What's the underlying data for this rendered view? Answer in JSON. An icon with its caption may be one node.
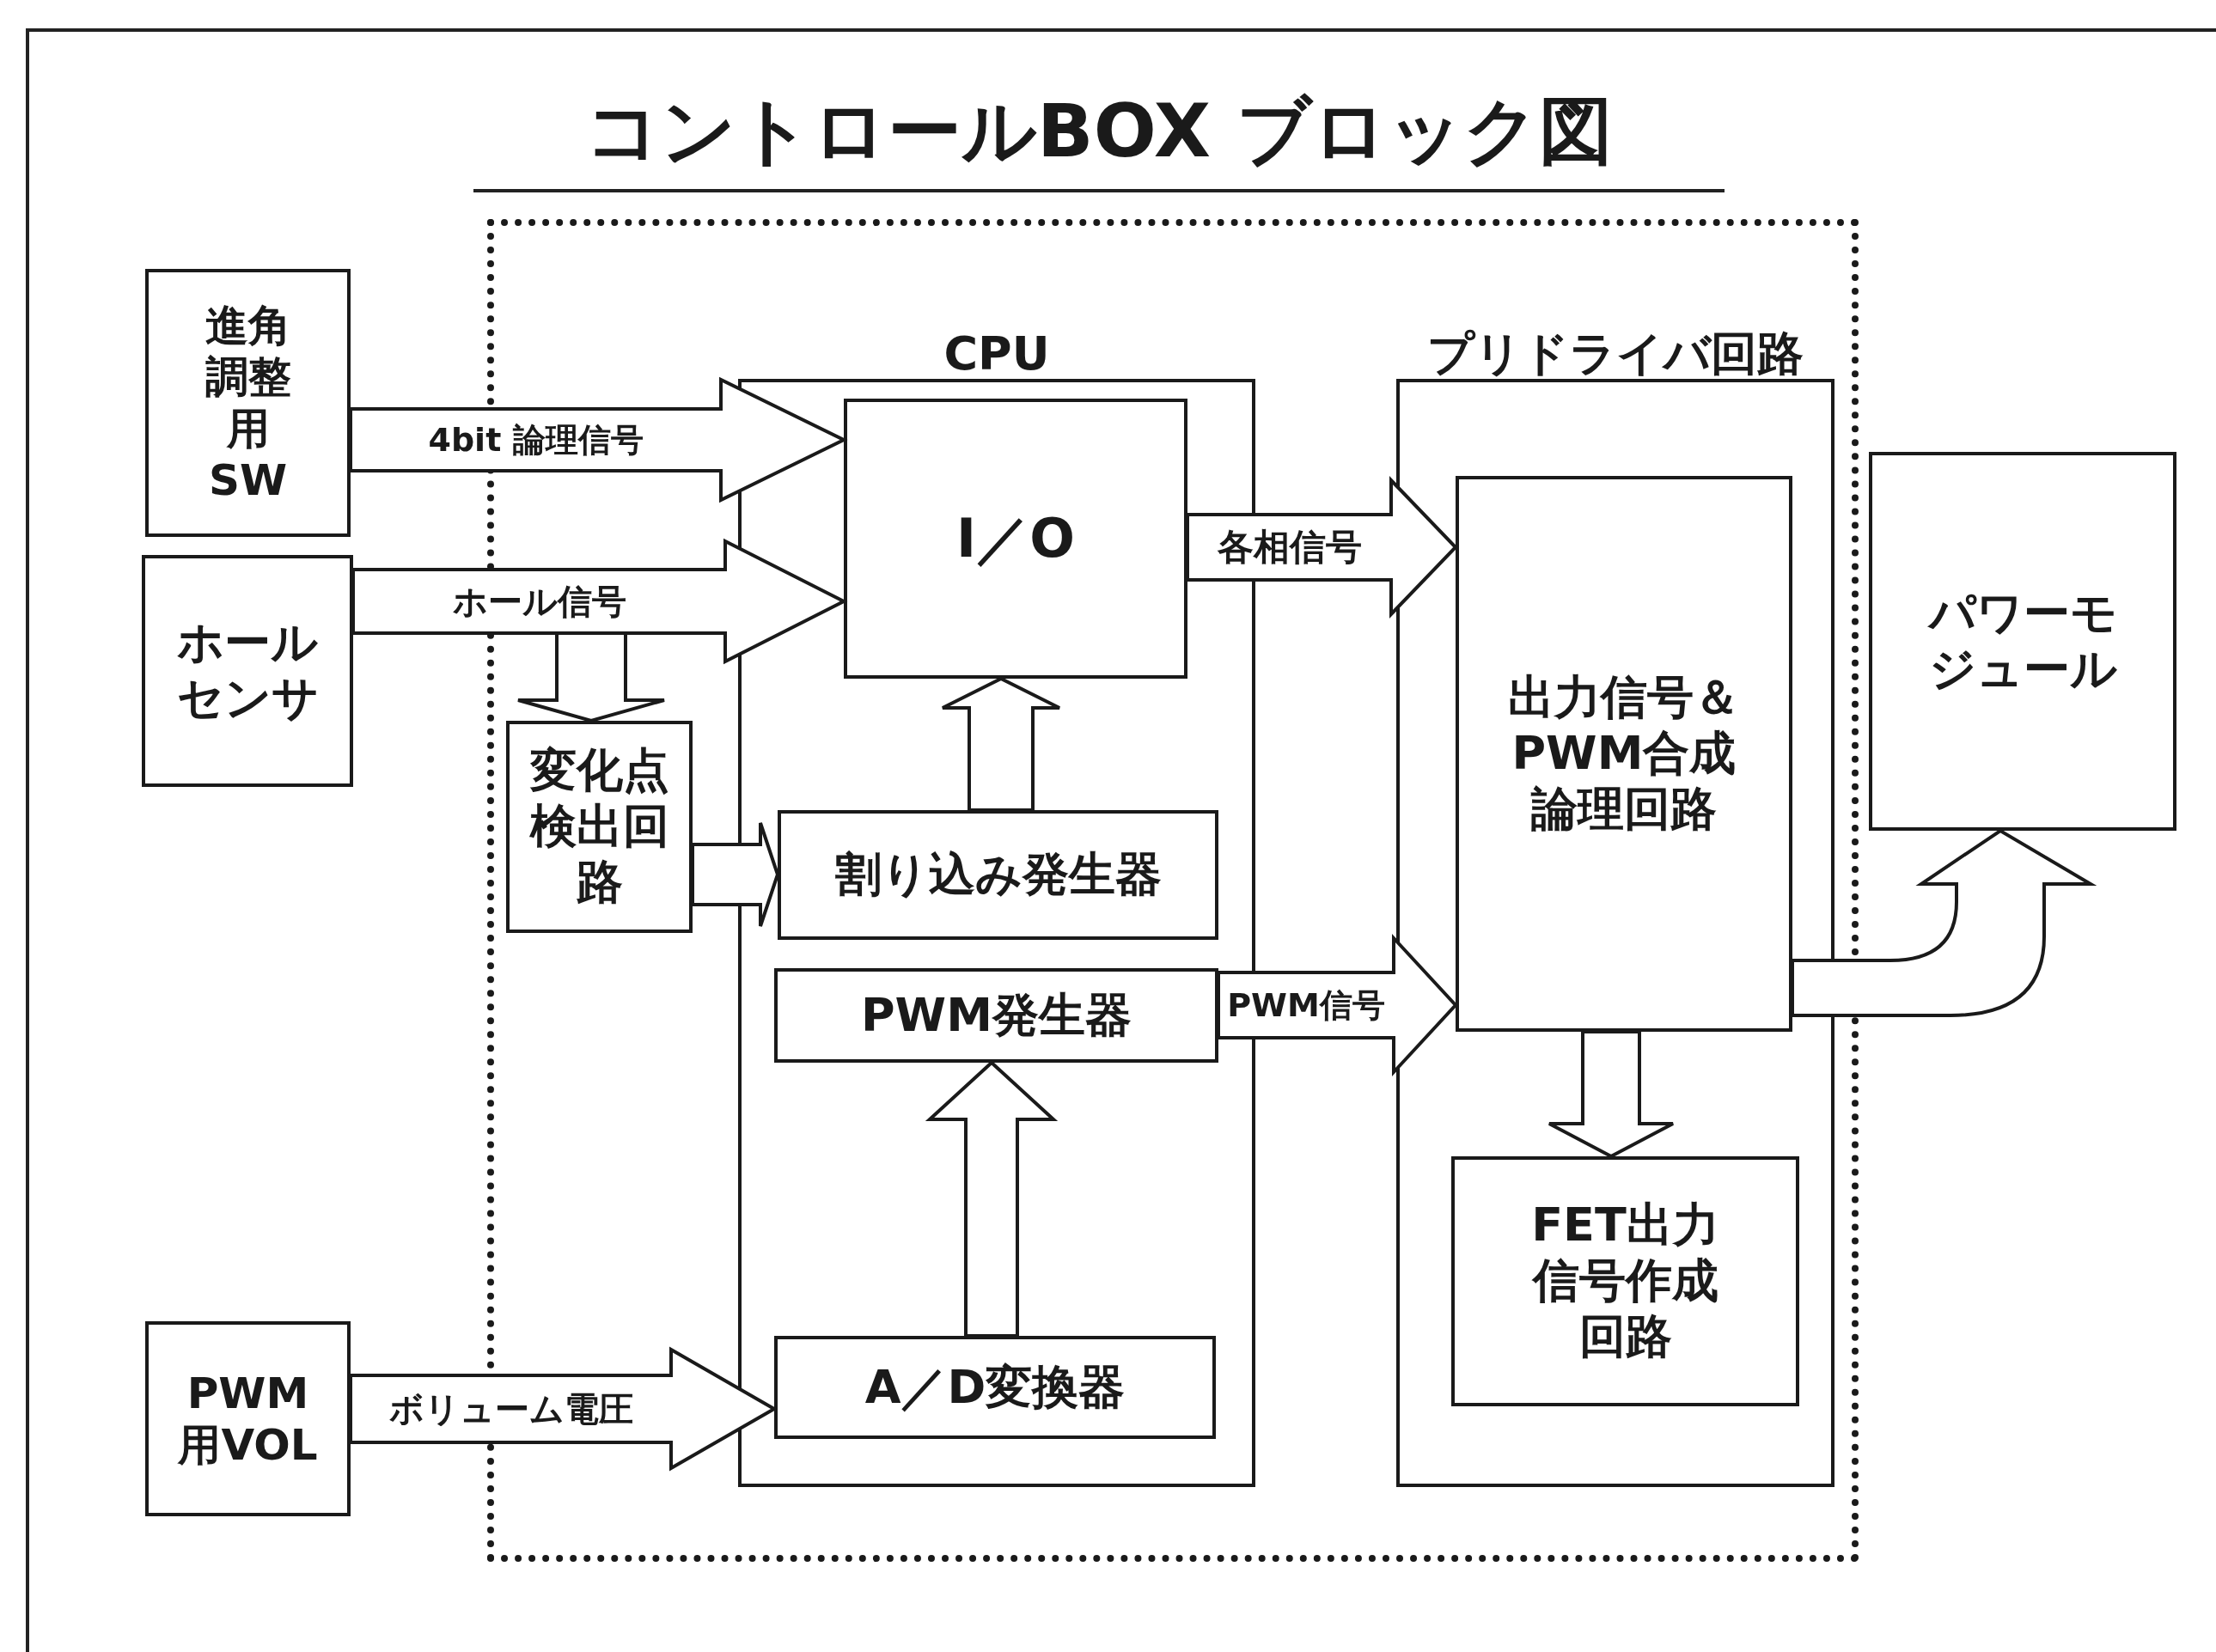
{
  "diagram": {
    "title": "コントロールBOX ブロック図",
    "nodes": [
      {
        "text": [],
        "shape": "box"
      },
      {
        "text": [
          "進角調整用SW"
        ]
      },
      {
        "text": [
          "ホールセンサ"
        ]
      },
      {
        "text": [
          "PWM用VOL"
        ]
      },
      {
        "text": [
          "CPU"
        ],
        "in": 0
      },
      {
        "text": [
          "I／O"
        ],
        "in": 4
      },
      {
        "text": [
          "割り込み発生器"
        ],
        "in": 4
      },
      {
        "text": [
          "PWM発生器"
        ],
        "in": 4
      },
      {
        "text": [
          "A／D変換器"
        ],
        "in": 4
      },
      {
        "text": [
          "変化点検出回路"
        ],
        "in": 0
      },
      {
        "text": [
          "プリドライバ回路"
        ],
        "in": 0
      },
      {
        "text": [
          "出力信号＆PWM合成論理回路"
        ],
        "in": 10
      },
      {
        "text": [
          "FET出力信号作成回路"
        ],
        "in": 10
      },
      {
        "text": [
          "パワーモジュール"
        ]
      }
    ],
    "edges": [
      {
        "from": 1,
        "to": 5,
        "arrow": "to",
        "label": "4bit 論理信号"
      },
      {
        "from": 2,
        "to": 5,
        "arrow": "to",
        "label": "ホール信号"
      },
      {
        "from": 2,
        "to": 9,
        "arrow": "to"
      },
      {
        "from": 9,
        "to": 6,
        "arrow": "to"
      },
      {
        "from": 6,
        "to": 5,
        "arrow": "to"
      },
      {
        "from": 5,
        "to": 11,
        "arrow": "to",
        "label": "各相信号"
      },
      {
        "from": 7,
        "to": 11,
        "arrow": "to",
        "label": "PWM信号"
      },
      {
        "from": 8,
        "to": 7,
        "arrow": "to"
      },
      {
        "from": 3,
        "to": 8,
        "arrow": "to",
        "label": "ボリューム電圧"
      },
      {
        "from": 11,
        "to": 12,
        "arrow": "to"
      },
      {
        "from": 11,
        "to": 13,
        "arrow": "to"
      }
    ]
  }
}
